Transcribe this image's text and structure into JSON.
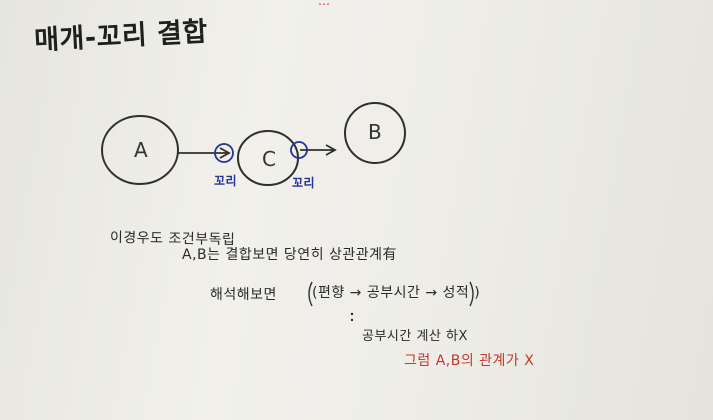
{
  "title": "매개-꼬리 결합",
  "top_partial": "…",
  "nodes": {
    "a": "A",
    "b": "B",
    "c": "C"
  },
  "tags": {
    "tag1": "꼬리",
    "tag2": "꼬리"
  },
  "notes": {
    "line1": "이경우도 조건부독립",
    "line2": "A,B는 결합보면 당연히 상관관계有",
    "line3": "해석해보면",
    "line4": "(편향 → 공부시간 → 성적 )",
    "line5": "공부시간 계산 하X",
    "line6": "그럼 A,B의 관계가 X"
  },
  "colors": {
    "ink": "#2b2b2b",
    "blue_ink": "#23339a",
    "red_ink": "#c0392b",
    "board": "#eeede8"
  }
}
